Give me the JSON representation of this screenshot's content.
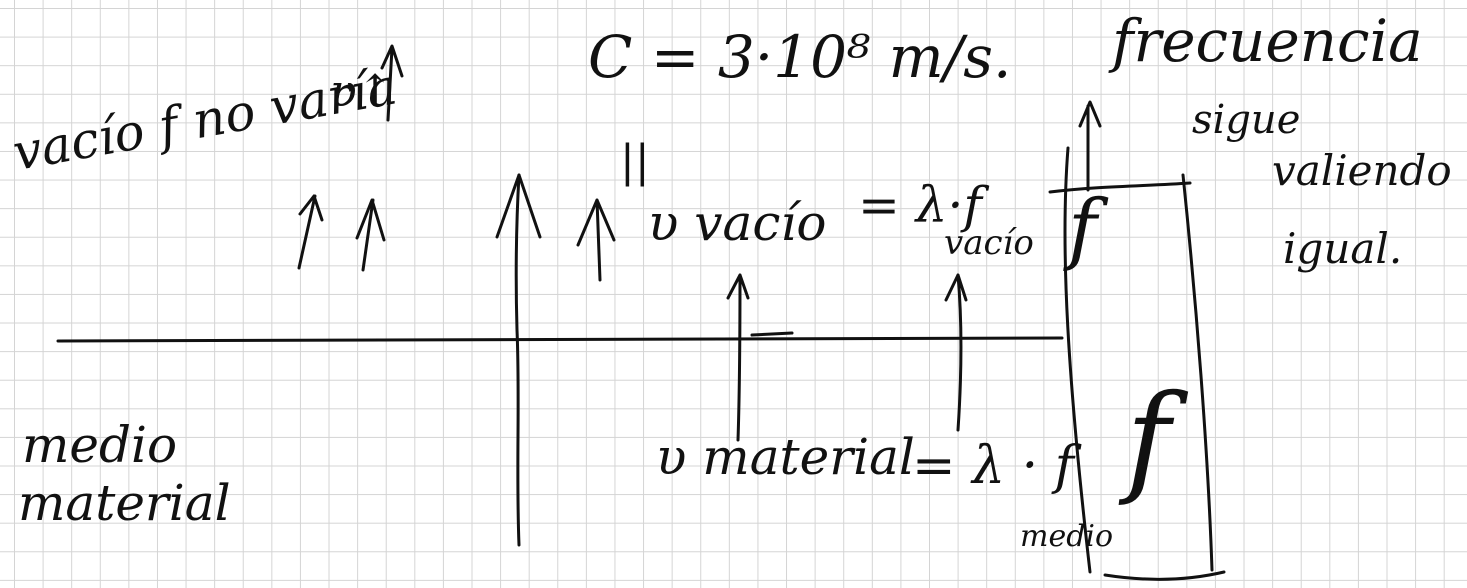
{
  "notes": {
    "speed_of_light": "C = 3·10⁸ m/s.",
    "frecuencia": "frecuencia",
    "sigue": "sigue",
    "valiendo": "valiendo",
    "igual": "igual.",
    "vacio_f_no_varia": "vacío f no varía",
    "up": "υ↑",
    "v_vacio": "υ vacío",
    "eq_lambda_f_vacio": "= λ·f",
    "vacio_sub": "vacío",
    "equivalent": "||",
    "medio": "medio",
    "material": "material",
    "v_material": "υ material",
    "eq_lambda_medio": "= λ · f",
    "medio_sub": "medio",
    "f_top": "f",
    "f_bottom": "f"
  },
  "colors": {
    "ink": "#111111",
    "grid": "#d4d4d4",
    "paper": "#ffffff"
  }
}
